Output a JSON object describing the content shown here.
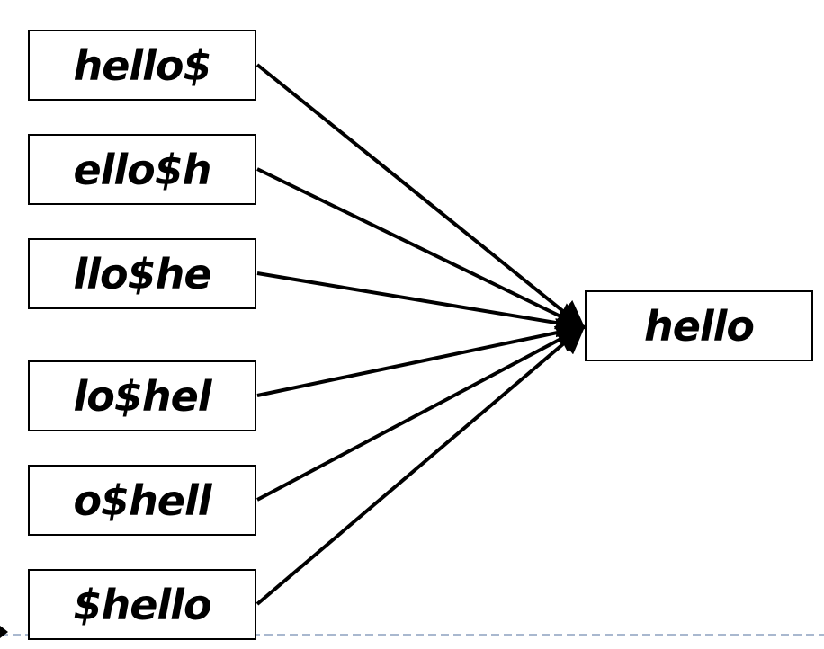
{
  "rotations": [
    {
      "label": "hello$"
    },
    {
      "label": "ello$h"
    },
    {
      "label": "llo$he"
    },
    {
      "label": "lo$hel"
    },
    {
      "label": "o$hell"
    },
    {
      "label": "$hello"
    }
  ],
  "target": {
    "label": "hello"
  },
  "colors": {
    "stroke": "#000000",
    "footer_rule": "#a9b8cf",
    "background": "#ffffff"
  }
}
